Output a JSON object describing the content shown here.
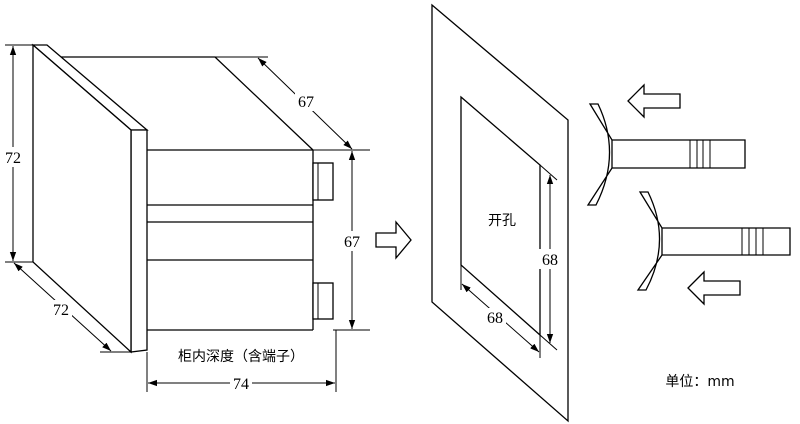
{
  "dimensions": {
    "bezel_height": "72",
    "bezel_width": "72",
    "body_depth": "67",
    "body_height": "67",
    "cabinet_depth": "74",
    "cutout_height": "68",
    "cutout_width": "68"
  },
  "labels": {
    "cabinet_depth_label": "柜内深度（含端子）",
    "cutout_label": "开孔",
    "unit_label": "单位：mm"
  },
  "colors": {
    "line": "#000000",
    "background": "#ffffff"
  }
}
